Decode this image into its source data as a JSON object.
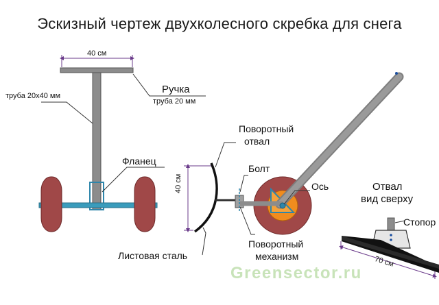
{
  "title": "Эскизный чертеж двухколесного скребка для снега",
  "labels": {
    "width_40": "40 см",
    "pipe_20x40": "труба 20х40 мм",
    "handle": "Ручка",
    "pipe_20": "труба 20 мм",
    "flange": "Фланец",
    "rotary_blade_1": "Поворотный",
    "rotary_blade_2": "отвал",
    "bolt": "Болт",
    "axle": "Ось",
    "height_40": "40 см",
    "sheet_steel": "Листовая сталь",
    "mechanism_1": "Поворотный",
    "mechanism_2": "механизм",
    "top_view_1": "Отвал",
    "top_view_2": "вид сверху",
    "stopper": "Стопор",
    "width_70": "70 см"
  },
  "watermark": "Greensector.ru",
  "colors": {
    "steel": "#8c8c8c",
    "steel_dark": "#555555",
    "wheel": "#a04848",
    "hub": "#f08c1e",
    "axle_blue": "#2e86ab",
    "dim_line": "#6a3a8a",
    "blade_top": "#111111"
  }
}
